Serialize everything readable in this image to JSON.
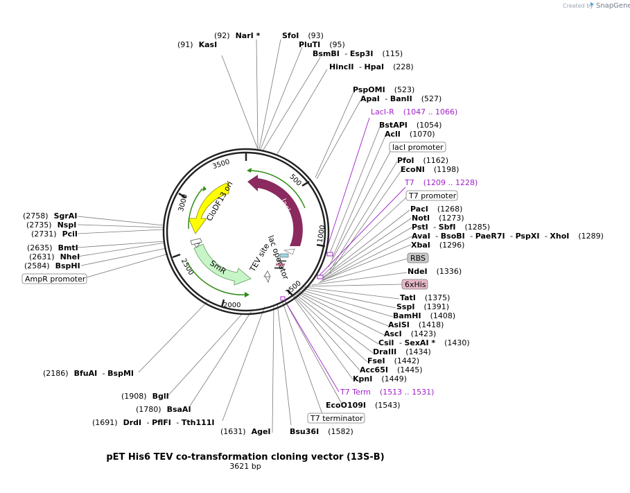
{
  "header": {
    "created_by": "Created by",
    "brand": "SnapGene"
  },
  "map": {
    "title": "pET His6 TEV co-transformation cloning vector (13S-B)",
    "length": "3621 bp",
    "ticks": [
      "500",
      "1000",
      "1500",
      "2000",
      "2500",
      "3000",
      "3500"
    ]
  },
  "features": {
    "cloDF13": "CloDF13 ori",
    "laci": "lacI",
    "smr": "SmR",
    "lac_operator": "lac operator",
    "tev_site": "TEV site"
  },
  "labels": {
    "L1": {
      "pos": "(92)",
      "n1": "NarI *"
    },
    "L2": {
      "n1": "SfoI",
      "pos": "(93)"
    },
    "L3": {
      "pos": "(91)",
      "n1": "KasI"
    },
    "L4": {
      "n1": "PluTI",
      "pos": "(95)"
    },
    "L5": {
      "n1": "BsmBI",
      "sep": " - ",
      "n2": "Esp3I",
      "pos": "(115)"
    },
    "L6": {
      "n1": "HincII",
      "sep": " - ",
      "n2": "HpaI",
      "pos": "(228)"
    },
    "L7": {
      "n1": "PspOMI",
      "pos": "(523)"
    },
    "L8": {
      "n1": "ApaI",
      "sep": " - ",
      "n2": "BanII",
      "pos": "(527)"
    },
    "L9": {
      "n1": "LacI-R",
      "pos": "(1047 .. 1066)"
    },
    "L10": {
      "n1": "BstAPI",
      "pos": "(1054)"
    },
    "L11": {
      "n1": "AclI",
      "pos": "(1070)"
    },
    "L12": {
      "n1": "lacI promoter"
    },
    "L13": {
      "n1": "PfoI",
      "pos": "(1162)"
    },
    "L14": {
      "n1": "EcoNI",
      "pos": "(1198)"
    },
    "L15": {
      "n1": "T7",
      "pos": "(1209 .. 1228)"
    },
    "L16": {
      "n1": "T7 promoter"
    },
    "L17": {
      "n1": "PacI",
      "pos": "(1268)"
    },
    "L18": {
      "n1": "NotI",
      "pos": "(1273)"
    },
    "L19": {
      "n1": "PstI",
      "sep": " - ",
      "n2": "SbfI",
      "pos": "(1285)"
    },
    "L20": {
      "n1": "AvaI",
      "sep": " - ",
      "n2": "BsoBI",
      "sep2": " - ",
      "n3": "PaeR7I",
      "sep3": " - ",
      "n4": "PspXI",
      "sep4": " - ",
      "n5": "XhoI",
      "pos": "(1289)"
    },
    "L21": {
      "n1": "XbaI",
      "pos": "(1296)"
    },
    "L22": {
      "n1": "RBS"
    },
    "L23": {
      "n1": "NdeI",
      "pos": "(1336)"
    },
    "L24": {
      "n1": "6xHis"
    },
    "L25": {
      "n1": "TatI",
      "pos": "(1375)"
    },
    "L26": {
      "n1": "SspI",
      "pos": "(1391)"
    },
    "L27": {
      "n1": "BamHI",
      "pos": "(1408)"
    },
    "L28": {
      "n1": "AsiSI",
      "pos": "(1418)"
    },
    "L29": {
      "n1": "AscI",
      "pos": "(1423)"
    },
    "L30": {
      "n1": "CsiI",
      "sep": " - ",
      "n2": "SexAI *",
      "pos": "(1430)"
    },
    "L31": {
      "n1": "DraIII",
      "pos": "(1434)"
    },
    "L32": {
      "n1": "FseI",
      "pos": "(1442)"
    },
    "L33": {
      "n1": "Acc65I",
      "pos": "(1445)"
    },
    "L34": {
      "n1": "KpnI",
      "pos": "(1449)"
    },
    "L35": {
      "n1": "T7 Term",
      "pos": "(1513 .. 1531)"
    },
    "L36": {
      "n1": "EcoO109I",
      "pos": "(1543)"
    },
    "L37": {
      "n1": "T7 terminator"
    },
    "L38": {
      "n1": "Bsu36I",
      "pos": "(1582)"
    },
    "L39": {
      "pos": "(1631)",
      "n1": "AgeI"
    },
    "L40": {
      "pos": "(1691)",
      "n1": "DrdI",
      "sep": " - ",
      "n2": "PflFI",
      "sep2": " - ",
      "n3": "Tth111I"
    },
    "L41": {
      "pos": "(1780)",
      "n1": "BsaAI"
    },
    "L42": {
      "pos": "(1908)",
      "n1": "BglI"
    },
    "L43": {
      "pos": "(2186)",
      "n1": "BfuAI",
      "sep": " - ",
      "n2": "BspMI"
    },
    "L44": {
      "pos": "(2758)",
      "n1": "SgrAI"
    },
    "L45": {
      "pos": "(2735)",
      "n1": "NspI"
    },
    "L46": {
      "pos": "(2731)",
      "n1": "PciI"
    },
    "L47": {
      "pos": "(2635)",
      "n1": "BmtI"
    },
    "L48": {
      "pos": "(2631)",
      "n1": "NheI"
    },
    "L49": {
      "pos": "(2584)",
      "n1": "BspHI"
    },
    "L50": {
      "n1": "AmpR promoter"
    }
  },
  "colors": {
    "backbone": "#222222",
    "cloDF13": "#ffff00",
    "laci": "#8b2a5e",
    "smr": "#c8f5c8",
    "primer": "#a020c8",
    "rbs": "#c9c9c9",
    "his": "#e6b8c8",
    "green_arrow": "#2e8b12"
  }
}
